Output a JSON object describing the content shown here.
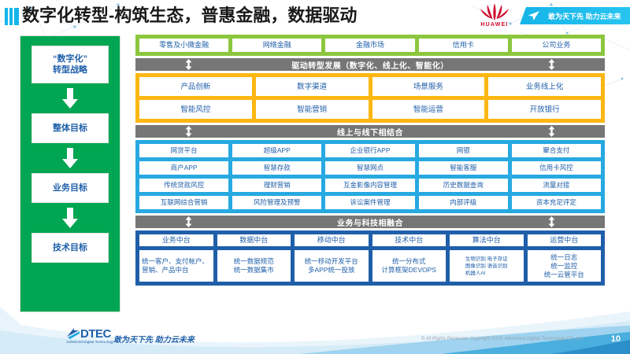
{
  "header": {
    "title": "数字化转型-构筑生态，普惠金融，数据驱动",
    "brand": "HUAWEI",
    "banner_text": "敢为天下先 助力云未来",
    "title_deco_icon": "stripe-deco-icon",
    "logo_icon": "huawei-flower-icon",
    "banner_icon": "paper-plane-icon"
  },
  "strategy": {
    "items": [
      {
        "label": "“数字化”\n转型战略",
        "line1": "“数字化”",
        "line2": "转型战略"
      },
      {
        "label": "整体目标",
        "line1": "整体目标",
        "line2": ""
      },
      {
        "label": "业务目标",
        "line1": "业务目标",
        "line2": ""
      },
      {
        "label": "技术目标",
        "line1": "技术目标",
        "line2": ""
      }
    ],
    "arrow_icon": "arrow-down-icon"
  },
  "bands": {
    "green": {
      "color": "#8cc63e",
      "cells": [
        "零售及小微金融",
        "网络金融",
        "金融市场",
        "信用卡",
        "公司业务"
      ]
    },
    "connector1": {
      "label": "驱动转型发展（数字化、线上化、智能化）",
      "icon": "up-down-arrow-icon"
    },
    "orange": {
      "color": "#fcb712",
      "row1": [
        "产品创新",
        "数字渠道",
        "场景服务",
        "业务线上化"
      ],
      "row2": [
        "智能风控",
        "智能营销",
        "智能运营",
        "开放银行"
      ]
    },
    "connector2": {
      "label": "线上与线下相结合",
      "icon": "up-down-arrow-icon"
    },
    "lblue": {
      "color": "#27a9e1",
      "row1": [
        "网贷平台",
        "超级APP",
        "企业银行APP",
        "网银",
        "聚合支付"
      ],
      "row2": [
        "商户APP",
        "智慧存款",
        "智慧网点",
        "智能客服",
        "信用卡风控"
      ],
      "row3": [
        "传统贷款风控",
        "理财营销",
        "互金影像内容管理",
        "历史数据查询",
        "流量对接"
      ],
      "row4": [
        "互联网综合营销",
        "风险管理及预警",
        "诉讼案件管理",
        "内部评级",
        "资本充足评定"
      ]
    },
    "connector3": {
      "label": "业务与科技相融合",
      "icon": "up-down-arrow-icon"
    },
    "dblue": {
      "color": "#1f5fa9",
      "headers": [
        "业务中台",
        "数据中台",
        "移动中台",
        "技术中台",
        "算法中台",
        "运营中台"
      ],
      "bodies": [
        "统一客户、支付帐户、营销、产品中台",
        "统一数据规范\n统一数据集市",
        "统一移动开发平台\n多APP统一投放",
        "统一分布式\n计算框架DEVOPS",
        "生物识别 电子存证\n图像识别 语音识别\n机器人AI",
        "统一日志\n统一监控\n统一云管平台"
      ]
    }
  },
  "footer": {
    "logo_text": "DTEC",
    "logo_sub": "Advanced Digital Technology",
    "logo_icon": "dtec-arrow-icon",
    "slogan": "敢为天下先   助力云未来",
    "copyright": "© All Rights Reserved. Copyright 2019, Advanced Digital Technology CO.,Ltd",
    "page_number": "10"
  }
}
